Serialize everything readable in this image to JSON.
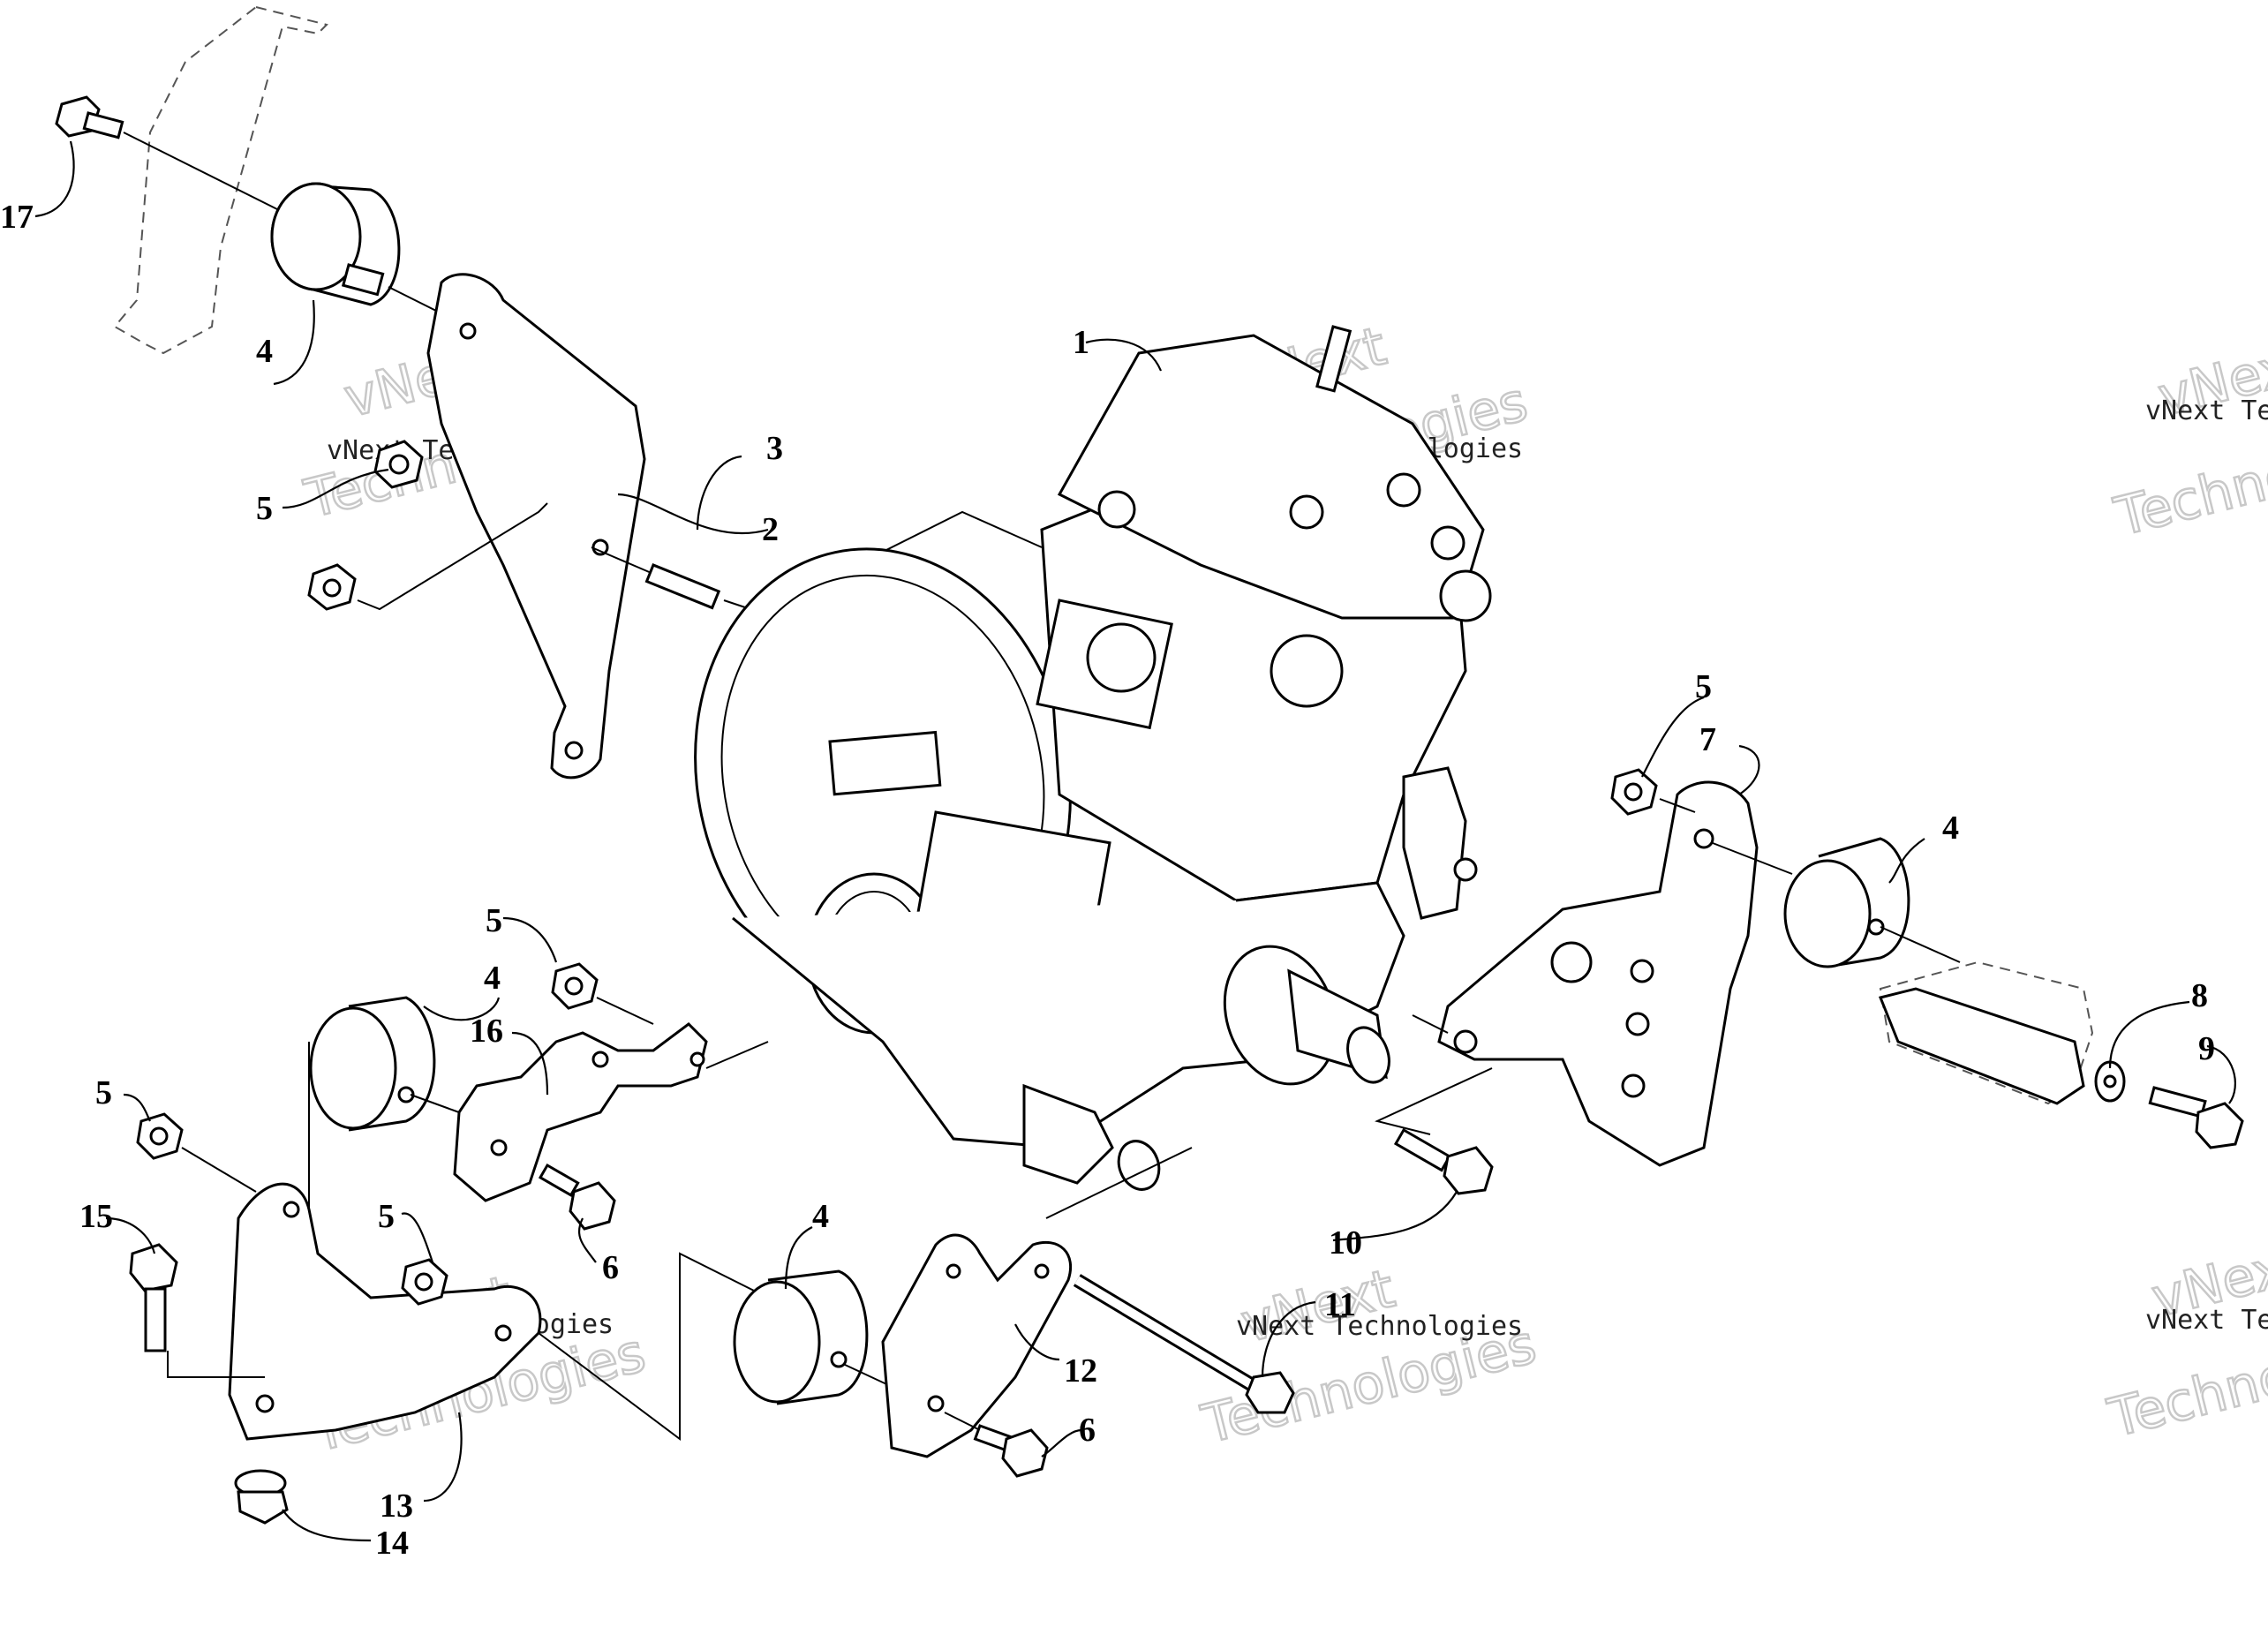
{
  "callouts": {
    "c1": "1",
    "c2": "2",
    "c3": "3",
    "c4a": "4",
    "c4b": "4",
    "c4c": "4",
    "c4d": "4",
    "c5a": "5",
    "c5b": "5",
    "c5c": "5",
    "c5d": "5",
    "c5e": "5",
    "c6a": "6",
    "c6b": "6",
    "c7": "7",
    "c8": "8",
    "c9": "9",
    "c10": "10",
    "c11": "11",
    "c12": "12",
    "c13": "13",
    "c14": "14",
    "c15": "15",
    "c16": "16",
    "c17": "17"
  },
  "watermark": {
    "text": "vNext Technologies",
    "big_line1": "vNext",
    "big_line2": "Technologies"
  }
}
